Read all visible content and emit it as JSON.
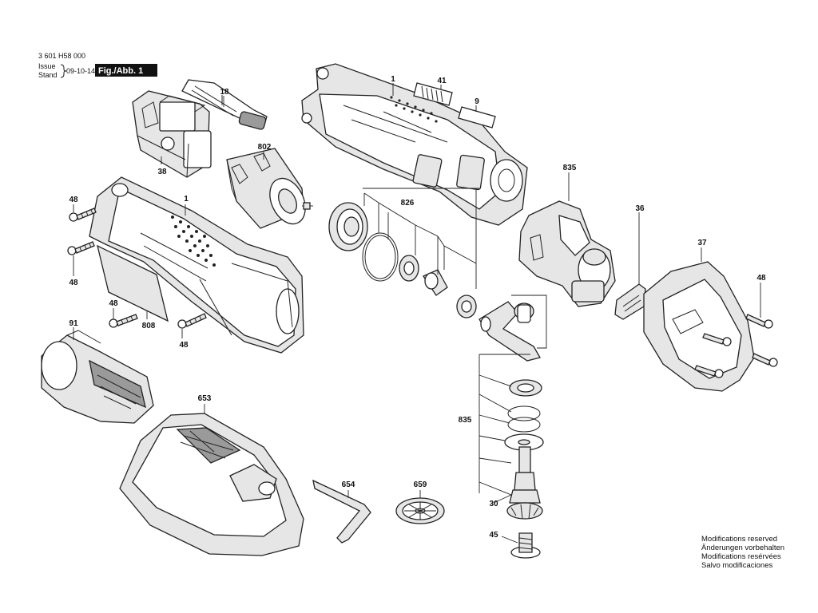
{
  "header": {
    "doc_number": "3 601 H58 000",
    "issue_label": "Issue",
    "stand_label": "Stand",
    "date": "09-10-14",
    "figure_label": "Fig./Abb. 1"
  },
  "notes": [
    "Modifications reserved",
    "Änderungen vorbehalten",
    "Modifications resérvées",
    "Salvo modificaciones"
  ],
  "parts": [
    {
      "id": "housing-top",
      "label": "1"
    },
    {
      "id": "label-41",
      "label": "41"
    },
    {
      "id": "label-9",
      "label": "9"
    },
    {
      "id": "switch-18",
      "label": "18"
    },
    {
      "id": "electronics-38",
      "label": "38"
    },
    {
      "id": "motor-802",
      "label": "802"
    },
    {
      "id": "screw-48-a",
      "label": "48"
    },
    {
      "id": "screw-48-b",
      "label": "48"
    },
    {
      "id": "screw-48-c",
      "label": "48"
    },
    {
      "id": "screw-48-d",
      "label": "48"
    },
    {
      "id": "screw-48-e",
      "label": "48"
    },
    {
      "id": "housing-bottom",
      "label": "1"
    },
    {
      "id": "nameplate-808",
      "label": "808"
    },
    {
      "id": "gear-kit-826",
      "label": "826"
    },
    {
      "id": "gear-head-835",
      "label": "835"
    },
    {
      "id": "spindle-kit-835",
      "label": "835"
    },
    {
      "id": "clip-36",
      "label": "36"
    },
    {
      "id": "cover-37",
      "label": "37"
    },
    {
      "id": "battery-91",
      "label": "91"
    },
    {
      "id": "charger-653",
      "label": "653"
    },
    {
      "id": "key-654",
      "label": "654"
    },
    {
      "id": "blade-659",
      "label": "659"
    },
    {
      "id": "spindle-30",
      "label": "30"
    },
    {
      "id": "screw-45",
      "label": "45"
    }
  ]
}
